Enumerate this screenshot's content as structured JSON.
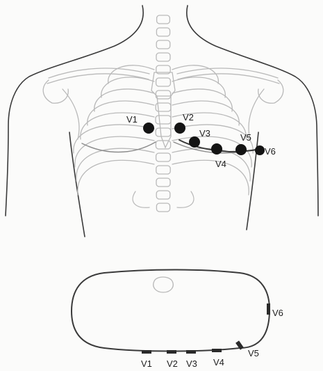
{
  "chest_leads": [
    {
      "id": "V1",
      "label": "V1"
    },
    {
      "id": "V2",
      "label": "V2"
    },
    {
      "id": "V3",
      "label": "V3"
    },
    {
      "id": "V4",
      "label": "V4"
    },
    {
      "id": "V5",
      "label": "V5"
    },
    {
      "id": "V6",
      "label": "V6"
    }
  ],
  "cross_section_leads": [
    {
      "id": "V1",
      "label": "V1"
    },
    {
      "id": "V2",
      "label": "V2"
    },
    {
      "id": "V3",
      "label": "V3"
    },
    {
      "id": "V4",
      "label": "V4"
    },
    {
      "id": "V5",
      "label": "V5"
    },
    {
      "id": "V6",
      "label": "V6"
    }
  ],
  "colors": {
    "electrode": "#141414",
    "outline": "#3a3a3a",
    "skeleton": "#b9b9b9"
  }
}
